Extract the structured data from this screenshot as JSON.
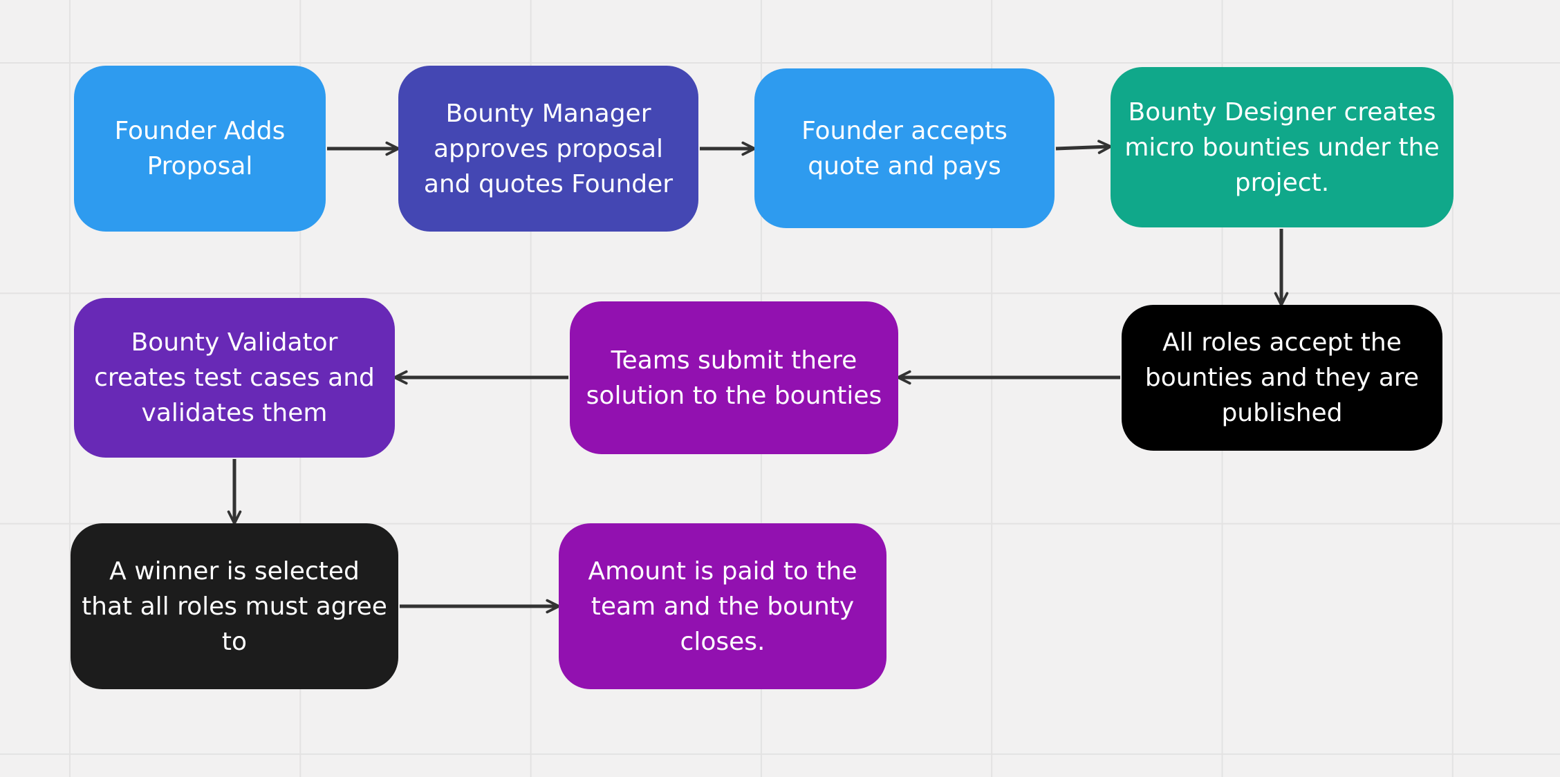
{
  "nodes": {
    "founder_adds_proposal": "Founder Adds Proposal",
    "manager_approves": "Bounty Manager approves proposal and quotes Founder",
    "founder_accepts": "Founder accepts quote and pays",
    "designer_creates": "Bounty Designer creates micro bounties under the project.",
    "roles_accept": "All roles accept the bounties and they are published",
    "teams_submit": "Teams submit there solution to the bounties",
    "validator_creates": "Bounty Validator creates test cases and validates them",
    "winner_selected": "A winner is selected that all roles must agree to",
    "amount_paid": "Amount is paid to the team and the bounty closes."
  },
  "colors": {
    "board_background": "#f2f1f1",
    "blue": "#2e9bef",
    "indigo": "#4447b3",
    "teal": "#10a88a",
    "black": "#000000",
    "ink": "#1c1c1c",
    "purple": "#6829b6",
    "magenta": "#9211b0",
    "arrow": "#333333"
  }
}
